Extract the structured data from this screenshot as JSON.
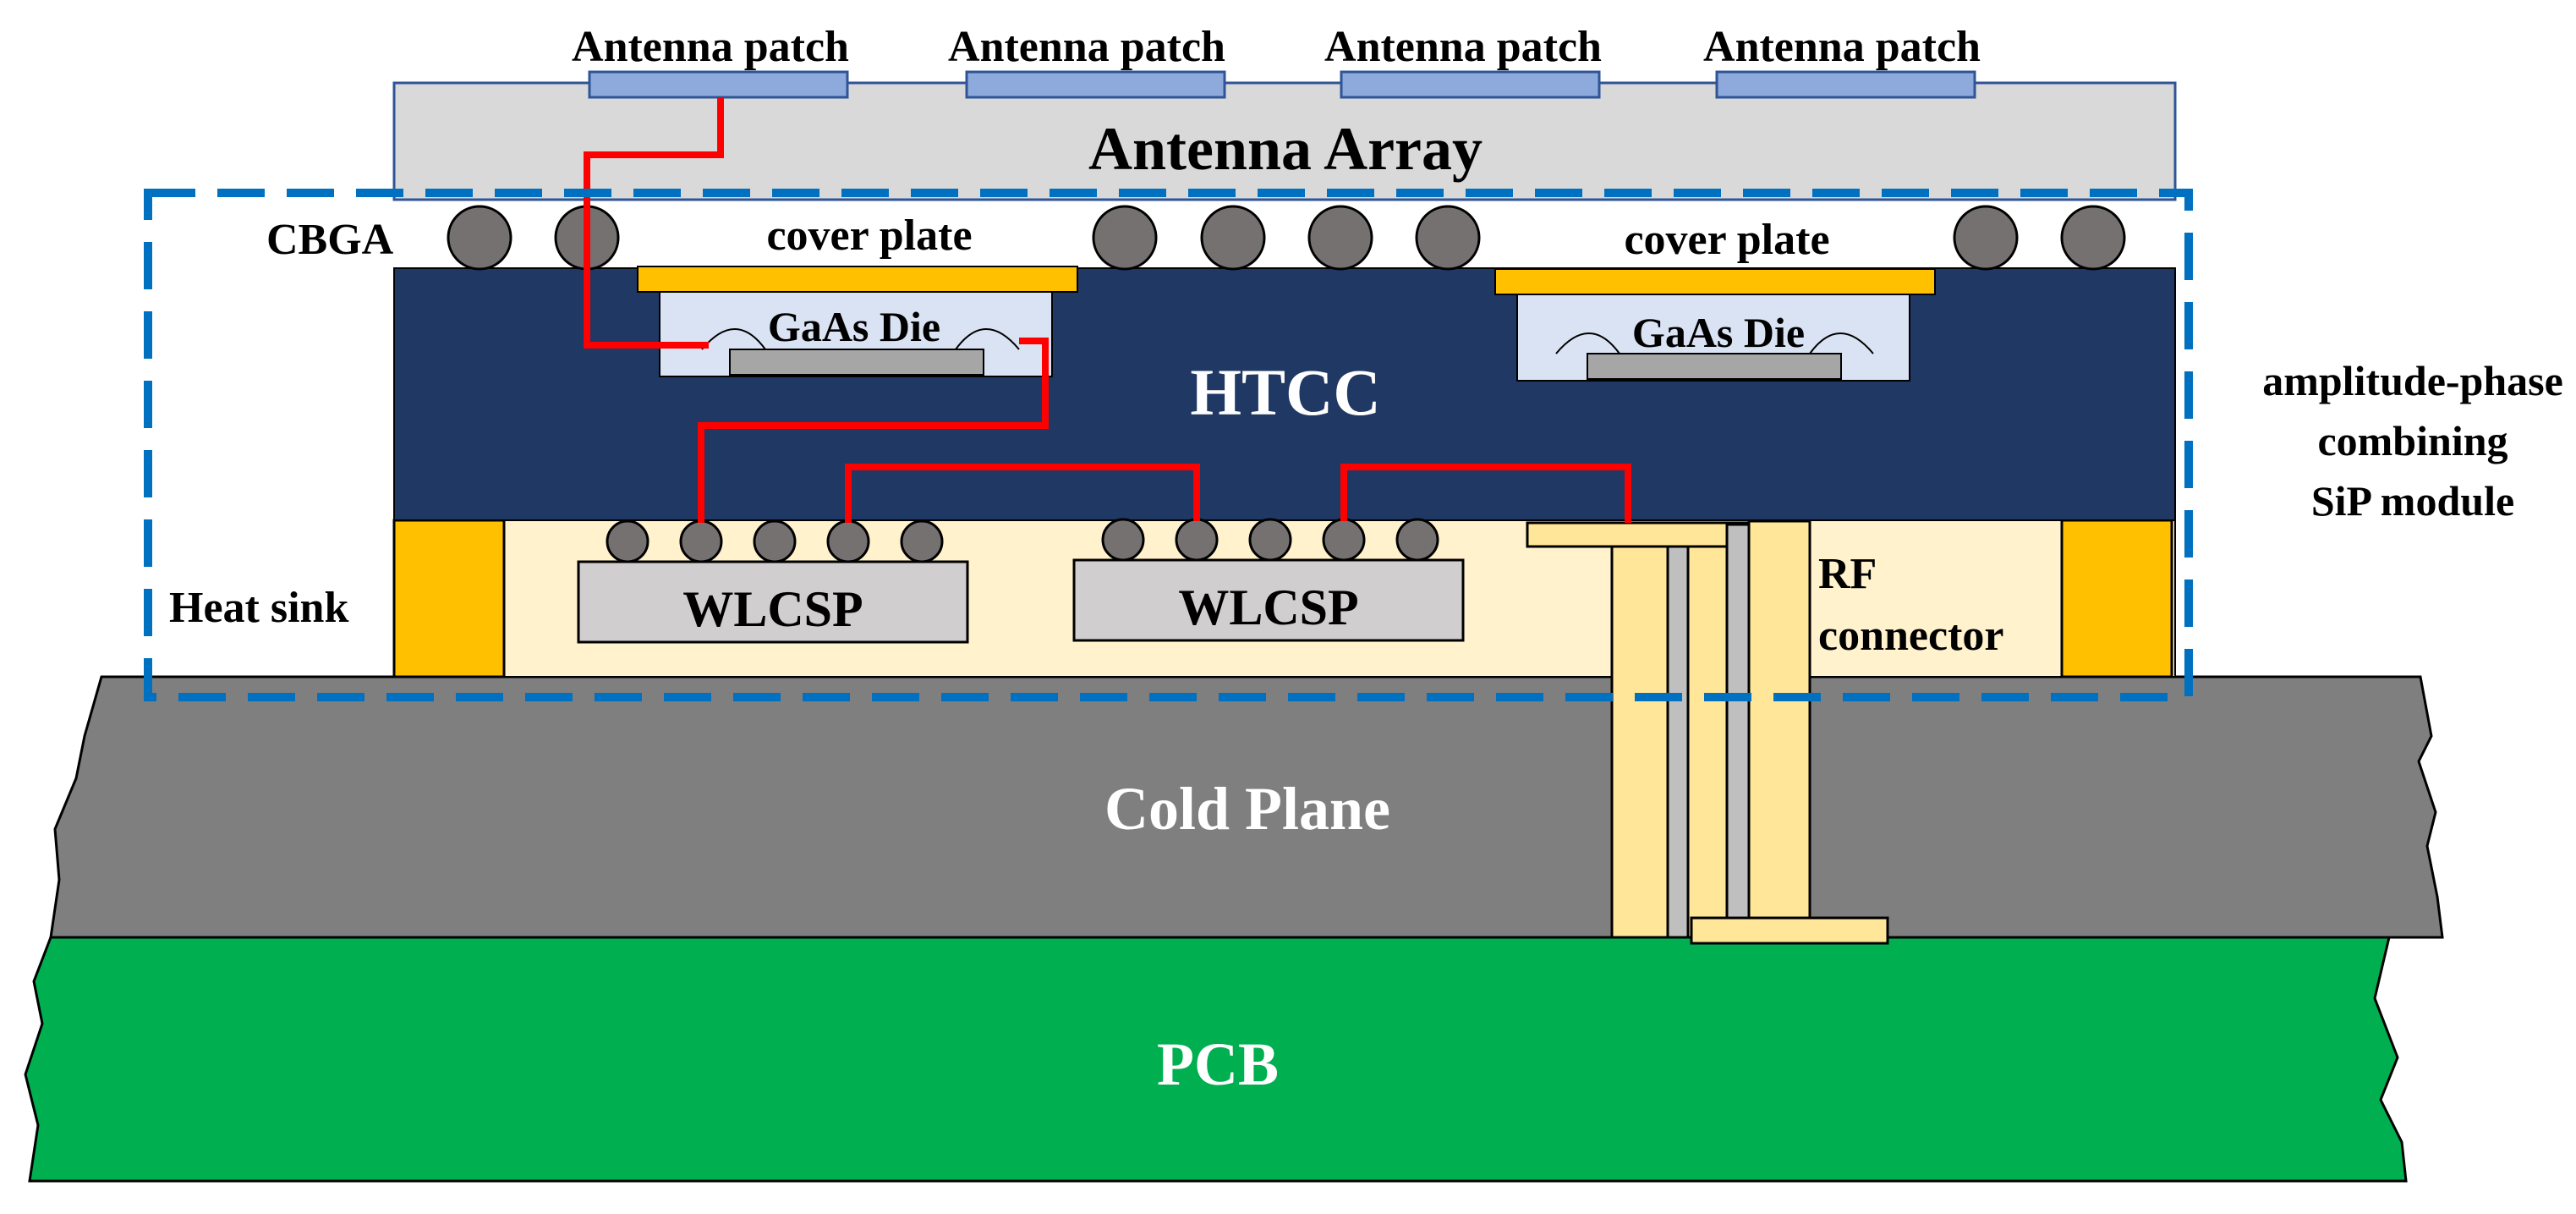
{
  "labels": {
    "antenna_patch": [
      "Antenna patch",
      "Antenna patch",
      "Antenna patch",
      "Antenna patch"
    ],
    "antenna_array": "Antenna Array",
    "cbga": "CBGA",
    "cover_plate": [
      "cover plate",
      "cover plate"
    ],
    "gaas_die": [
      "GaAs Die",
      "GaAs Die"
    ],
    "htcc": "HTCC",
    "module_lines": [
      "amplitude-phase",
      "combining",
      "SiP module"
    ],
    "heat_sink": "Heat sink",
    "wlcsp": [
      "WLCSP",
      "WLCSP"
    ],
    "rf_lines": [
      "RF",
      "connector"
    ],
    "cold_plane": "Cold Plane",
    "pcb": "PCB"
  },
  "colors": {
    "antenna_patch": "#8ea9db",
    "antenna_array": "#d9d9d9",
    "htcc": "#203864",
    "cover_plate": "#ffc000",
    "die_cavity": "#dae3f3",
    "die": "#a6a6a6",
    "solder_ball": "#767171",
    "underfill": "#fff2cc",
    "heat_sink": "#ffc000",
    "wlcsp": "#d0cece",
    "rf_connector": "#ffe699",
    "cold_plane": "#7f7f7f",
    "pcb": "#00b050",
    "signal_trace": "#ff0000",
    "module_boundary": "#0070c0"
  }
}
